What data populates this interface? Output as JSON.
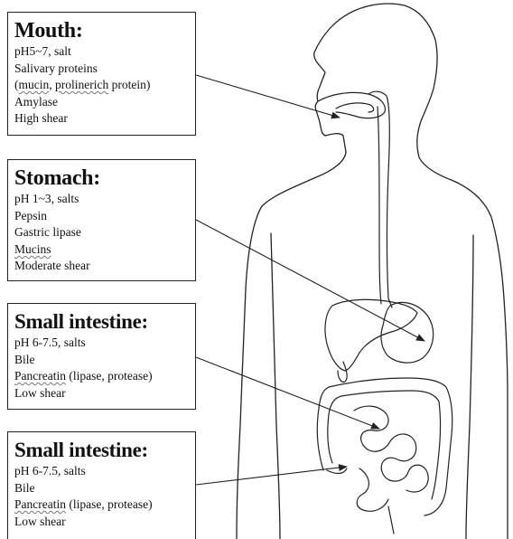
{
  "boxes": {
    "mouth": {
      "title": "Mouth:",
      "line1": "pH5~7, salt",
      "line2": "Salivary proteins",
      "line3_open": "(",
      "line3_mucin": "mucin",
      "line3_sep": ", ",
      "line3_proline": "prolinerich",
      "line3_rest": " protein)",
      "line4": "Amylase",
      "line5": "High shear"
    },
    "stomach": {
      "title": "Stomach:",
      "line1": "pH 1~3, salts",
      "line2": "Pepsin",
      "line3": "Gastric lipase",
      "line4": "Mucins",
      "line5": "Moderate shear"
    },
    "small_intestine_1": {
      "title": "Small intestine:",
      "line1": "pH 6-7.5, salts",
      "line2": "Bile",
      "line3_pan": "Pancreatin",
      "line3_rest": " (lipase, protease)",
      "line4": "Low shear"
    },
    "small_intestine_2": {
      "title": "Small intestine:",
      "line1": "pH 6-7.5, salts",
      "line2": "Bile",
      "line3_pan": "Pancreatin",
      "line3_rest": " (lipase, protease)",
      "line4": "Low shear"
    }
  },
  "colors": {
    "line": "#222222",
    "background": "#ffffff"
  }
}
